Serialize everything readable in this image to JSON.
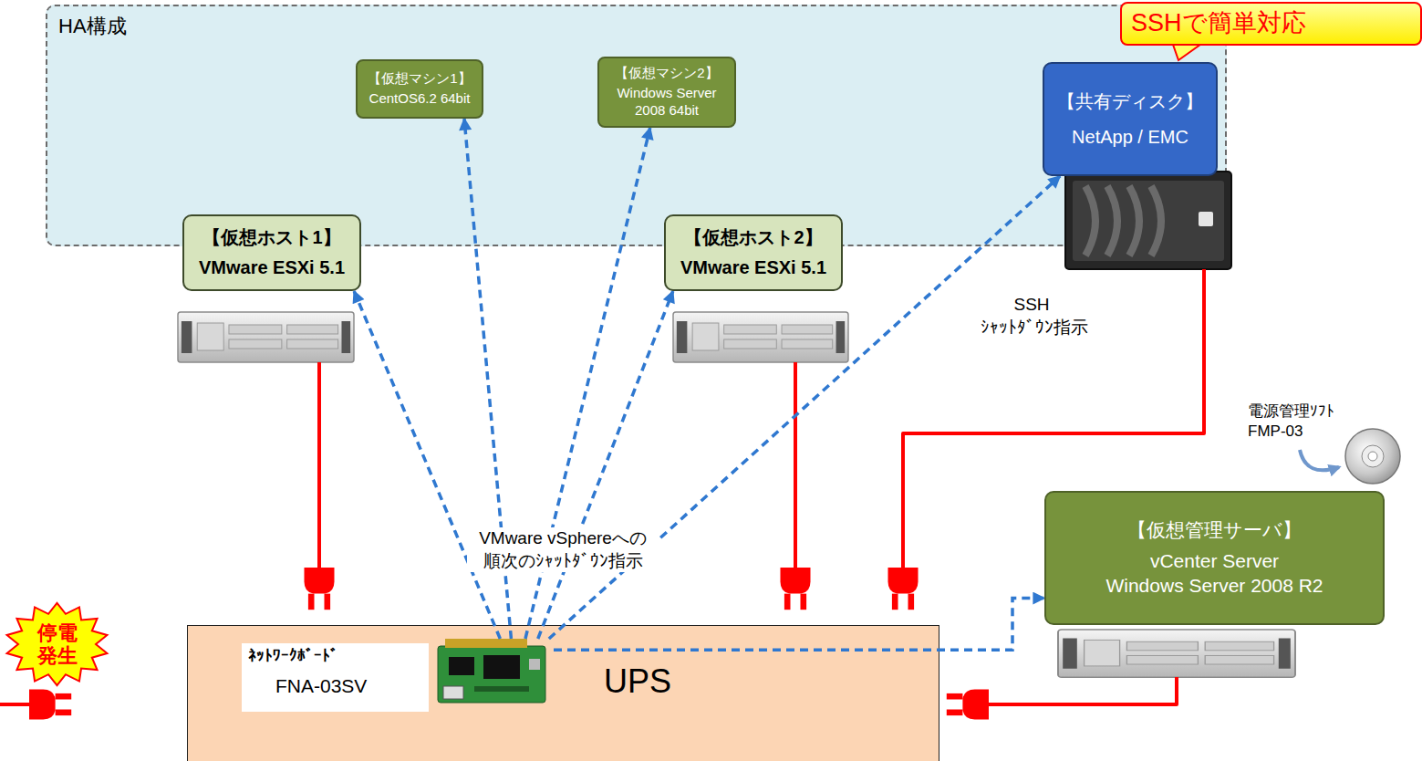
{
  "diagram": {
    "nodes": [
      {
        "text": [
          "HA構成"
        ]
      },
      {
        "text": [
          "【仮想マシン1】",
          "CentOS6.2 64bit"
        ],
        "in": 0
      },
      {
        "text": [
          "【仮想マシン2】",
          "Windows Server 2008 64bit"
        ],
        "in": 0
      },
      {
        "text": [
          "【共有ディスク】",
          "NetApp / EMC"
        ],
        "in": 0
      },
      {
        "text": [
          "SSHで簡単対応"
        ]
      },
      {
        "text": [
          "【仮想ホスト1】",
          "VMware ESXi 5.1"
        ]
      },
      {
        "text": [
          "【仮想ホスト2】",
          "VMware ESXi 5.1"
        ]
      },
      {
        "text": [
          "【仮想管理サーバ】",
          "vCenter Server",
          "Windows Server 2008 R2"
        ]
      },
      {
        "text": [
          "停電 発生"
        ]
      },
      {
        "text": [
          "UPS"
        ]
      },
      {
        "text": [
          "ﾈｯﾄﾜｰｸﾎﾞｰﾄﾞ",
          "FNA-03SV"
        ],
        "in": 9
      }
    ],
    "edges": [
      {
        "from": 10,
        "to": 1,
        "arrow": "to"
      },
      {
        "from": 10,
        "to": 2,
        "arrow": "to"
      },
      {
        "from": 10,
        "to": 5,
        "arrow": "to"
      },
      {
        "from": 10,
        "to": 6,
        "arrow": "to"
      },
      {
        "from": 10,
        "to": 3,
        "arrow": "to",
        "label": "SSH ｼｬｯﾄﾀﾞｳﾝ指示"
      },
      {
        "from": 10,
        "to": 7,
        "arrow": "to"
      }
    ],
    "labels": [
      "VMware vSphereへの 順次のｼｬｯﾄﾀﾞｳﾝ指示",
      "電源管理ｿﾌﾄ FMP-03"
    ]
  }
}
